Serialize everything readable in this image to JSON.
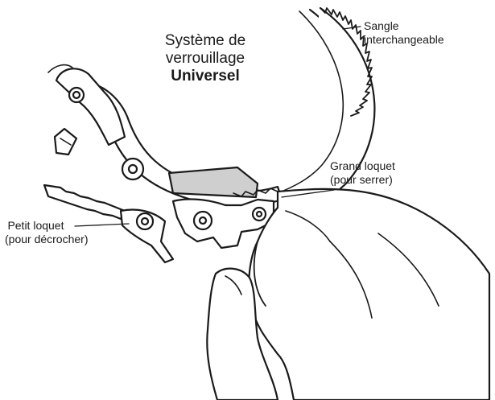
{
  "title": {
    "line1": "Système de",
    "line2": "verrouillage",
    "line3": "Universel"
  },
  "callouts": {
    "strap": {
      "line1": "Sangle",
      "line2": "interchangeable"
    },
    "large_latch": {
      "line1": "Grand loquet",
      "line2": "(pour serrer)"
    },
    "small_latch": {
      "line1": "Petit loquet",
      "line2": "(pour décrocher)"
    }
  },
  "colors": {
    "line": "#1a1a1a",
    "fill": "#ffffff",
    "shade": "#cfcfcf"
  }
}
